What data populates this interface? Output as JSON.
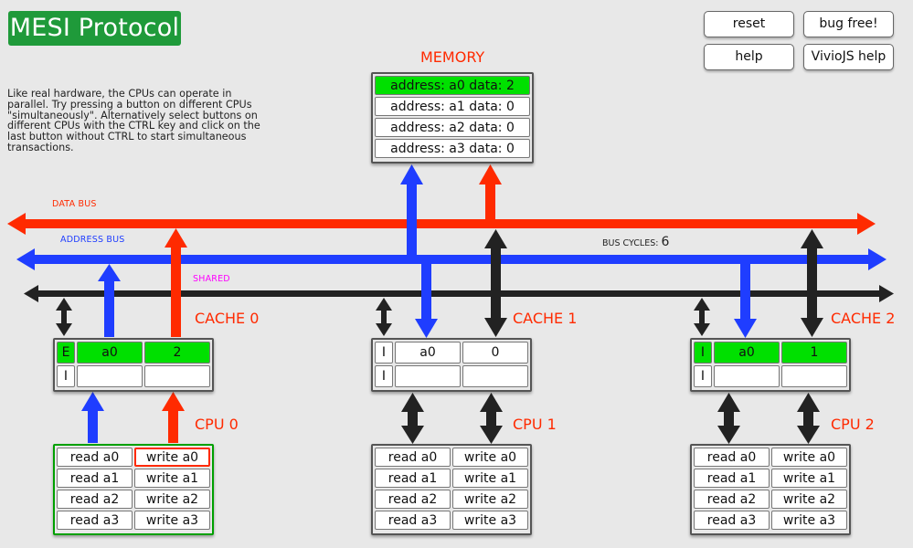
{
  "title": "MESI Protocol",
  "buttons": {
    "reset": "reset",
    "bug_free": "bug free!",
    "help": "help",
    "viviojs_help": "VivioJS help"
  },
  "description": "Like real hardware, the CPUs can operate in parallel. Try pressing a button on different CPUs \"simultaneously\". Alternatively select buttons on different CPUs with the CTRL key and click on the last button without CTRL to start simultaneous transactions.",
  "buses": {
    "data": "DATA BUS",
    "address": "ADDRESS BUS",
    "shared": "SHARED"
  },
  "bus_cycles": {
    "label": "BUS CYCLES:",
    "value": "6"
  },
  "memory": {
    "label": "MEMORY",
    "rows": [
      "address: a0 data: 2",
      "address: a1 data: 0",
      "address: a2 data: 0",
      "address: a3 data: 0"
    ]
  },
  "caches": [
    {
      "label": "CACHE 0",
      "lines": [
        {
          "state": "E",
          "tag": "a0",
          "data": "2"
        },
        {
          "state": "I",
          "tag": "",
          "data": ""
        }
      ]
    },
    {
      "label": "CACHE 1",
      "lines": [
        {
          "state": "I",
          "tag": "a0",
          "data": "0"
        },
        {
          "state": "I",
          "tag": "",
          "data": ""
        }
      ]
    },
    {
      "label": "CACHE 2",
      "lines": [
        {
          "state": "I",
          "tag": "a0",
          "data": "1"
        },
        {
          "state": "I",
          "tag": "",
          "data": ""
        }
      ]
    }
  ],
  "cpus": [
    {
      "label": "CPU 0",
      "ops": [
        [
          "read a0",
          "write a0"
        ],
        [
          "read a1",
          "write a1"
        ],
        [
          "read a2",
          "write a2"
        ],
        [
          "read a3",
          "write a3"
        ]
      ]
    },
    {
      "label": "CPU 1",
      "ops": [
        [
          "read a0",
          "write a0"
        ],
        [
          "read a1",
          "write a1"
        ],
        [
          "read a2",
          "write a2"
        ],
        [
          "read a3",
          "write a3"
        ]
      ]
    },
    {
      "label": "CPU 2",
      "ops": [
        [
          "read a0",
          "write a0"
        ],
        [
          "read a1",
          "write a1"
        ],
        [
          "read a2",
          "write a2"
        ],
        [
          "read a3",
          "write a3"
        ]
      ]
    }
  ],
  "colors": {
    "data_bus": "#ff2a00",
    "address_bus": "#1f3dff",
    "shared": "#222222",
    "active": "#00e000",
    "title_bg": "#1f9a3a",
    "shared_label": "#ff00ff"
  }
}
